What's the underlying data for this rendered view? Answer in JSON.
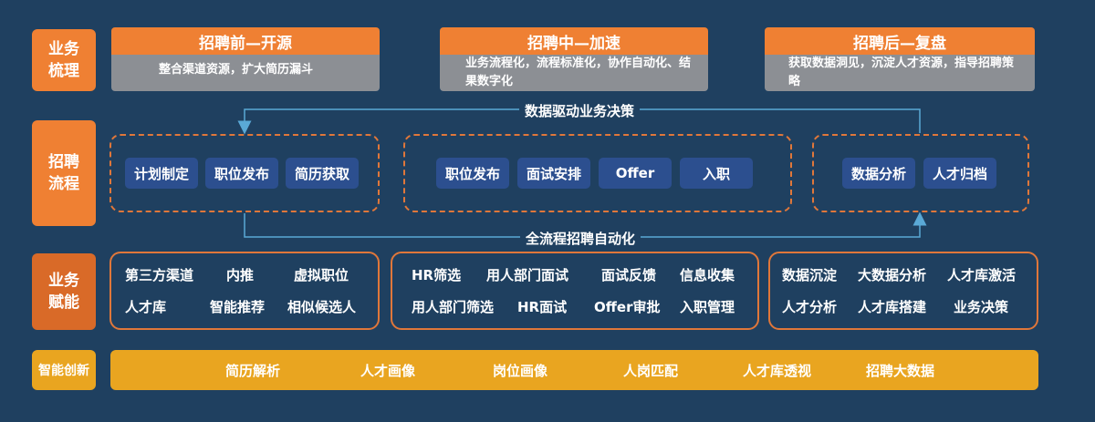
{
  "rows": {
    "business_review": "业务梳理",
    "recruit_process": "招聘流程",
    "business_enable": "业务赋能",
    "smart_innovation": "智能创新"
  },
  "phases": [
    {
      "title": "招聘前—开源",
      "desc": "整合渠道资源，扩大简历漏斗"
    },
    {
      "title": "招聘中—加速",
      "desc": "业务流程化，流程标准化，协作自动化、结果数字化"
    },
    {
      "title": "招聘后—复盘",
      "desc": "获取数据洞见，沉淀人才资源，指导招聘策略"
    }
  ],
  "flows": {
    "top": "数据驱动业务决策",
    "bottom": "全流程招聘自动化"
  },
  "process": {
    "before": [
      "计划制定",
      "职位发布",
      "简历获取"
    ],
    "during": [
      "职位发布",
      "面试安排",
      "Offer",
      "入职"
    ],
    "after": [
      "数据分析",
      "人才归档"
    ]
  },
  "capabilities": {
    "before": [
      "第三方渠道",
      "内推",
      "虚拟职位",
      "人才库",
      "智能推荐",
      "相似候选人"
    ],
    "during": [
      "HR筛选",
      "用人部门面试",
      "面试反馈",
      "信息收集",
      "用人部门筛选",
      "HR面试",
      "Offer审批",
      "入职管理"
    ],
    "after": [
      "数据沉淀",
      "大数据分析",
      "人才库激活",
      "人才分析",
      "人才库搭建",
      "业务决策"
    ]
  },
  "innovation": [
    "简历解析",
    "人才画像",
    "岗位画像",
    "人岗匹配",
    "人才库透视",
    "招聘大数据"
  ],
  "colors": {
    "background": "#1f4060",
    "orange": "#ef8033",
    "gray": "#8c8f94",
    "chip": "#2c4f8f",
    "gold": "#e9a520",
    "arrow": "#5aa9d6"
  }
}
